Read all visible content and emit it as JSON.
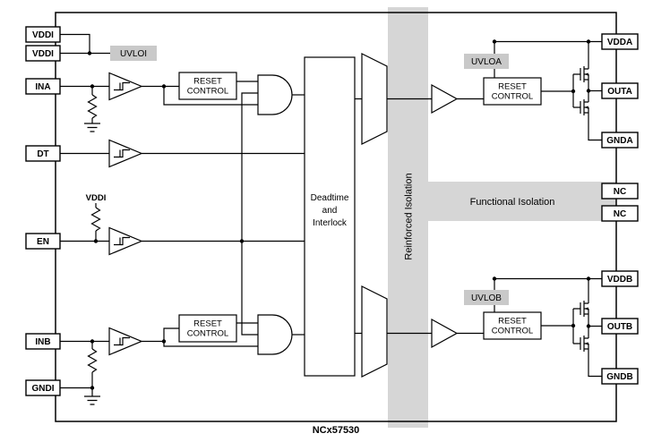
{
  "device_label": "NCx57530",
  "pins": {
    "left": [
      "VDDI",
      "VDDI",
      "INA",
      "DT",
      "EN",
      "INB",
      "GNDI"
    ],
    "right": [
      "VDDA",
      "OUTA",
      "GNDA",
      "NC",
      "NC",
      "VDDB",
      "OUTB",
      "GNDB"
    ]
  },
  "blocks": {
    "uvloi": "UVLOI",
    "uvloa": "UVLOA",
    "uvlob": "UVLOB",
    "vddi_internal": "VDDI",
    "reset": "RESET",
    "control": "CONTROL",
    "deadtime": [
      "Deadtime",
      "and",
      "Interlock"
    ],
    "reinforced_isolation": "Reinforced Isolation",
    "functional_isolation": "Functional Isolation"
  },
  "colors": {
    "band_gray": "#d6d6d6",
    "label_gray": "#c9c9c9",
    "line": "#000000"
  }
}
